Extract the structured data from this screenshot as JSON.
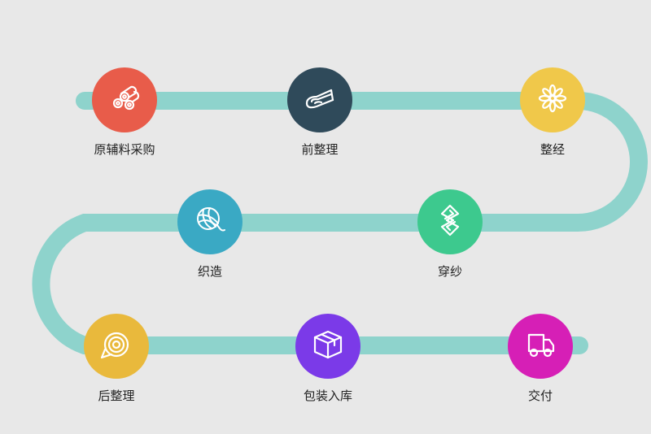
{
  "colors": {
    "background": "#e8e8e8",
    "track": "#8ed3cc"
  },
  "steps": [
    {
      "label": "原辅料采购",
      "color": "#e85c4a",
      "icon": "fabric-rolls-icon"
    },
    {
      "label": "前整理",
      "color": "#2f4a5a",
      "icon": "folded-cloth-icon"
    },
    {
      "label": "整经",
      "color": "#f0c84a",
      "icon": "flower-icon"
    },
    {
      "label": "织造",
      "color": "#3aa9c4",
      "icon": "yarn-ball-icon"
    },
    {
      "label": "穿纱",
      "color": "#3dc98e",
      "icon": "s-shape-icon"
    },
    {
      "label": "后整理",
      "color": "#e9b93c",
      "icon": "fabric-roll-icon"
    },
    {
      "label": "包装入库",
      "color": "#7b3ae8",
      "icon": "package-box-icon"
    },
    {
      "label": "交付",
      "color": "#d61fb6",
      "icon": "delivery-truck-icon"
    }
  ]
}
